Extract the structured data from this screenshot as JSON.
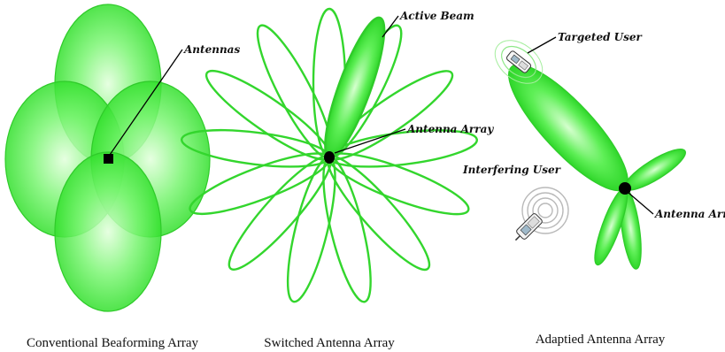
{
  "colors": {
    "lobe_fill_light": "#d9ffd2",
    "lobe_fill": "#38e832",
    "lobe_stroke": "#2fcb2a",
    "dot": "#000000",
    "leader": "#000000"
  },
  "panels": [
    {
      "caption": "Conventional Beaforming Array",
      "labels": {
        "antennas": "Antennas"
      }
    },
    {
      "caption": "Switched Antenna Array",
      "labels": {
        "active_beam": "Active Beam",
        "antenna_array": "Antenna Array"
      }
    },
    {
      "caption": "Adaptied Antenna Array",
      "labels": {
        "targeted_user": "Targeted User",
        "interfering_user": "Interfering User",
        "antenna_array": "Antenna Array"
      },
      "icons": [
        "targeted-phone-icon",
        "interfering-phone-icon",
        "signal-waves-icon"
      ]
    }
  ]
}
